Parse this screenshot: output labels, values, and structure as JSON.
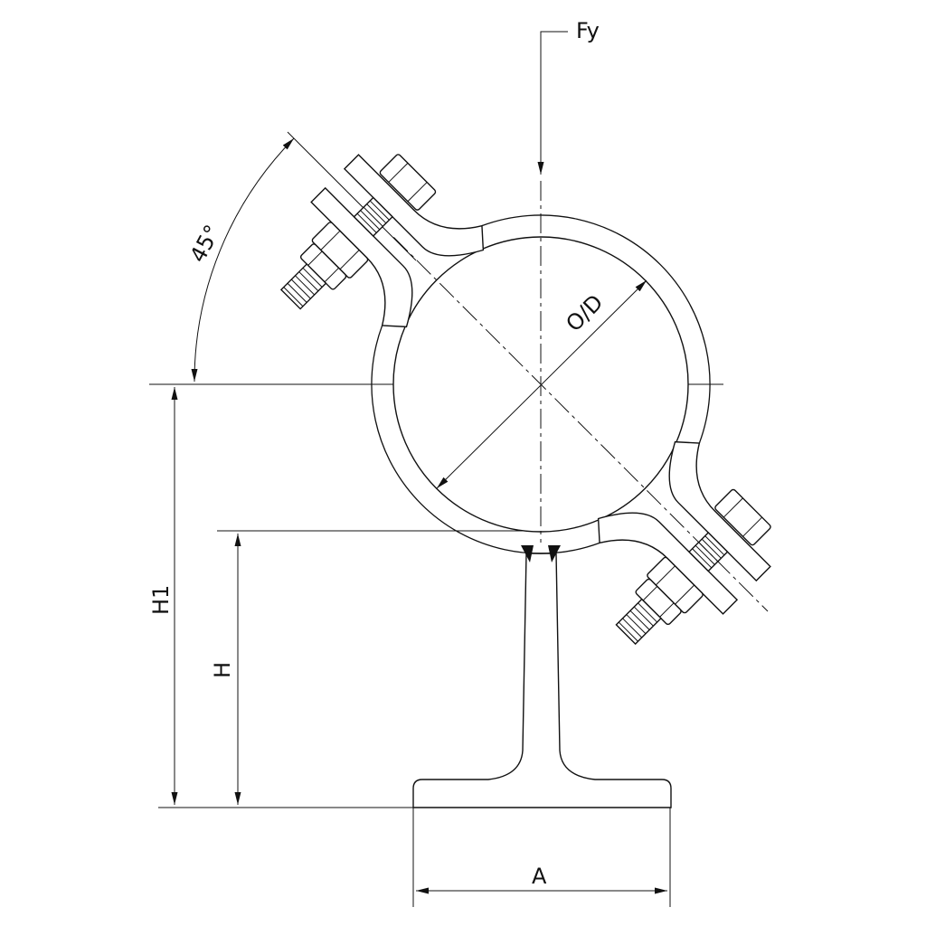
{
  "drawing": {
    "title_hidden": null,
    "labels": {
      "force": "Fy",
      "angle": "45°",
      "diameter": "O/D",
      "height_total": "H1",
      "height": "H",
      "base_width": "A"
    },
    "line_color": "#111111",
    "background": "#ffffff"
  }
}
